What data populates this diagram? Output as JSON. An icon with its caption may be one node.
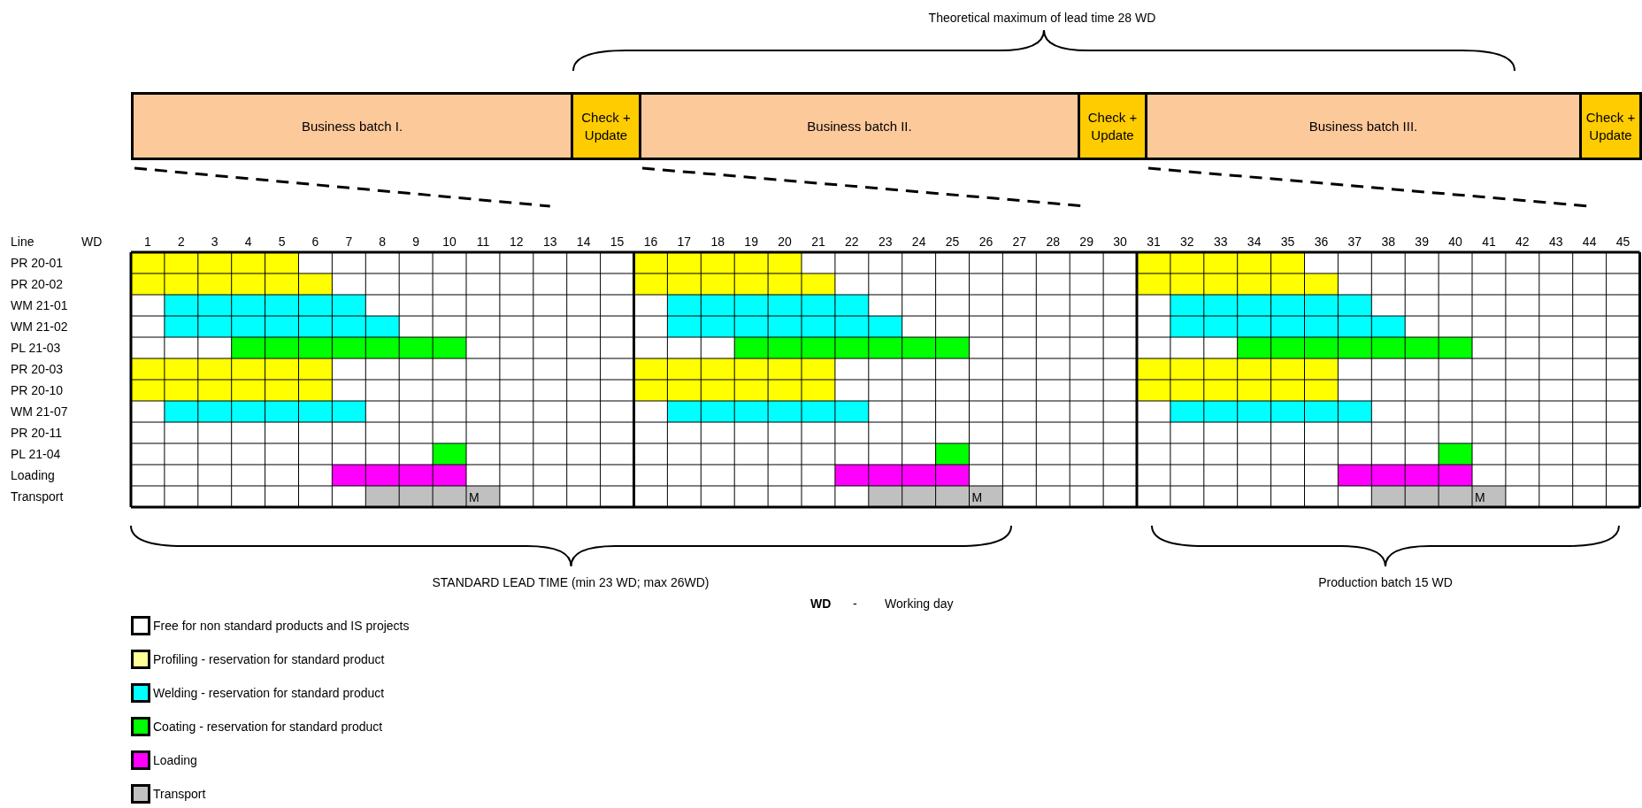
{
  "diagram": {
    "nodes": [
      {
        "text": [
          "Business batch I."
        ]
      },
      {
        "text": [
          "Check + Update"
        ]
      },
      {
        "text": [
          "Business batch II."
        ]
      },
      {
        "text": [
          "Check + Update"
        ]
      },
      {
        "text": [
          "Business batch III."
        ]
      },
      {
        "text": [
          "Check + Update"
        ]
      }
    ],
    "labels": [
      "Theoretical maximum of lead time 28 WD",
      "Line",
      "WD",
      "1",
      "2",
      "3",
      "4",
      "5",
      "6",
      "7",
      "8",
      "9",
      "10",
      "11",
      "12",
      "13",
      "14",
      "15",
      "16",
      "17",
      "18",
      "19",
      "20",
      "21",
      "22",
      "23",
      "24",
      "25",
      "26",
      "27",
      "28",
      "29",
      "30",
      "31",
      "32",
      "33",
      "34",
      "35",
      "36",
      "37",
      "38",
      "39",
      "40",
      "41",
      "42",
      "43",
      "44",
      "45",
      "PR 20-01",
      "PR 20-02",
      "WM 21-01",
      "WM 21-02",
      "PL 21-03",
      "PR 20-03",
      "PR 20-10",
      "WM 21-07",
      "PR 20-11",
      "PL 21-04",
      "Loading",
      "Transport",
      "M",
      "M",
      "M",
      "STANDARD LEAD TIME (min 23 WD; max 26WD)",
      "Production batch 15 WD",
      "WD",
      "-",
      "Working day"
    ],
    "legend": [
      {
        "text": "Free for non standard products and IS projects",
        "color": "#ffffff"
      },
      {
        "text": "Profiling - reservation for standard product",
        "color": "#ffff99"
      },
      {
        "text": "Welding - reservation for standard product",
        "color": "#00ffff"
      },
      {
        "text": "Coating - reservation for standard product",
        "color": "#00ff00"
      },
      {
        "text": "Loading",
        "color": "#ff00ff"
      },
      {
        "text": "Transport",
        "color": "#c0c0c0"
      }
    ]
  }
}
